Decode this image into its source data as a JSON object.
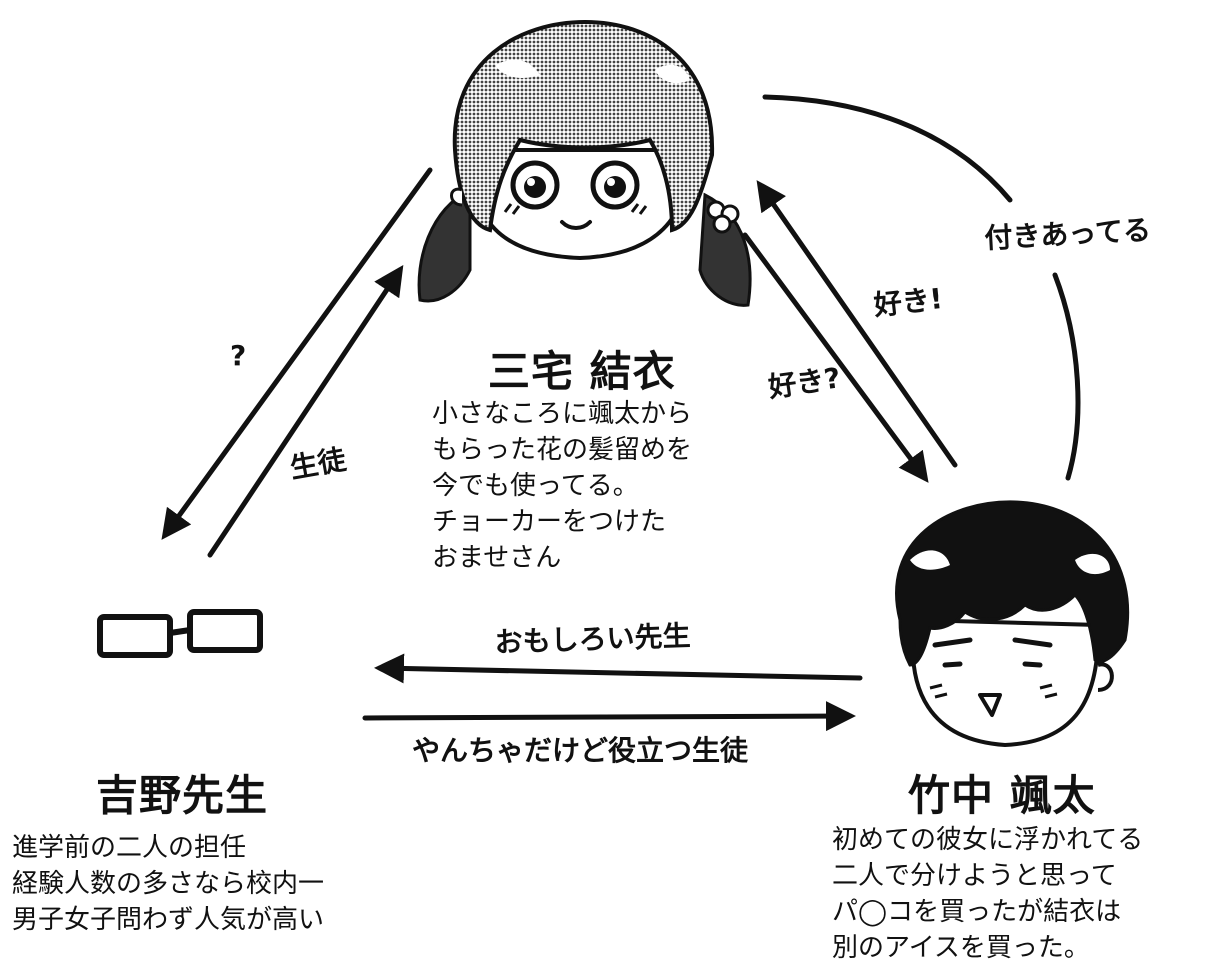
{
  "characters": {
    "yui": {
      "name": "三宅 結衣",
      "description": "小さなころに颯太から\nもらった花の髪留めを\n今でも使ってる。\nチョーカーをつけた\nおませさん"
    },
    "yoshino": {
      "name": "吉野先生",
      "description": "進学前の二人の担任\n経験人数の多さなら校内一\n男子女子問わず人気が高い"
    },
    "sota": {
      "name": "竹中 颯太",
      "description": "初めての彼女に浮かれてる\n二人で分けようと思って\nパ◯コを買ったが結衣は\n別のアイスを買った。"
    }
  },
  "relations": {
    "yui_to_teacher": "?",
    "teacher_to_yui": "生徒",
    "sota_to_yui": "好き!",
    "yui_to_sota": "好き?",
    "dating": "付きあってる",
    "sota_to_teacher": "おもしろい先生",
    "teacher_to_sota": "やんちゃだけど役立つ生徒"
  },
  "colors": {
    "ink": "#111111",
    "paper": "#ffffff",
    "hair_shade": "#555555"
  }
}
